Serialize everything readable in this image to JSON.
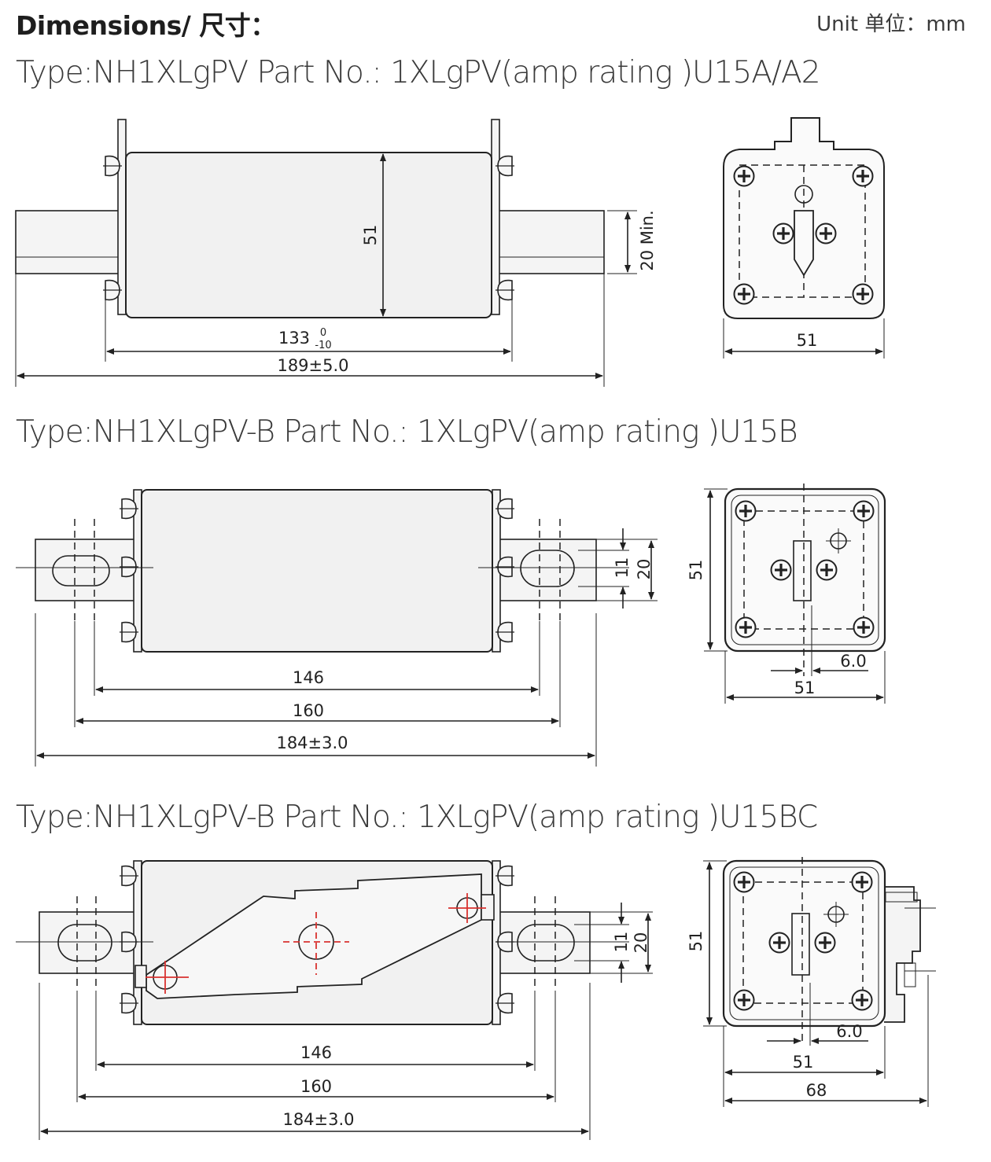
{
  "header": {
    "title": "Dimensions/ 尺寸：",
    "unit": "Unit 单位：mm"
  },
  "sections": [
    {
      "type_label": "Type:NH1XLgPV  Part No.: 1XLgPV(amp rating )U15A/A2",
      "dims": {
        "height": "51",
        "blade_min": "20 Min.",
        "body_len": "133",
        "tol_upper": "0",
        "tol_lower": "-10",
        "overall": "189±5.0",
        "end_width": "51"
      }
    },
    {
      "type_label": "Type:NH1XLgPV-B Part No.: 1XLgPV(amp rating )U15B",
      "dims": {
        "d11": "11",
        "d20": "20",
        "d146": "146",
        "d160": "160",
        "overall": "184±3.0",
        "end_height": "51",
        "end_width": "51",
        "offset": "6.0"
      }
    },
    {
      "type_label": "Type:NH1XLgPV-B Part No.: 1XLgPV(amp rating )U15BC",
      "dims": {
        "d11": "11",
        "d20": "20",
        "d146": "146",
        "d160": "160",
        "overall": "184±3.0",
        "end_height": "51",
        "end_width": "51",
        "offset": "6.0",
        "end_width_total": "68"
      }
    }
  ]
}
